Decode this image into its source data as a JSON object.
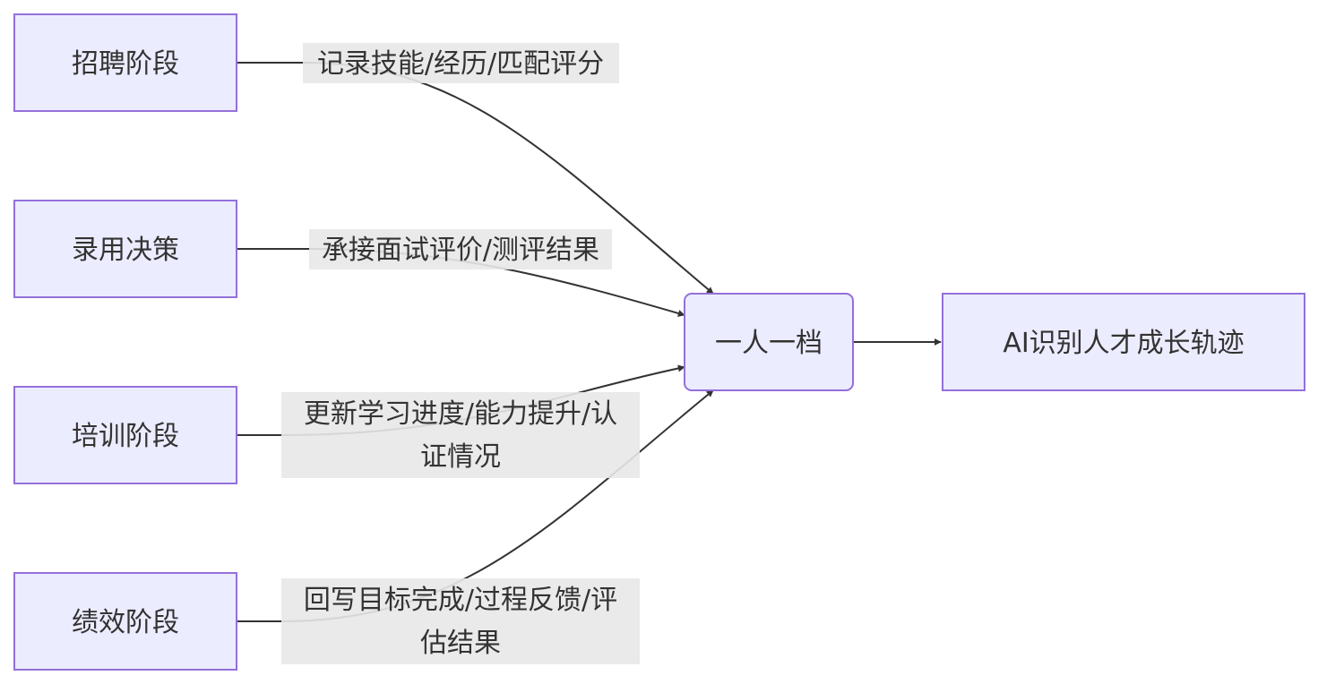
{
  "nodes": {
    "recruit": "招聘阶段",
    "hire": "录用决策",
    "train": "培训阶段",
    "perf": "绩效阶段",
    "profile": "一人一档",
    "ai": "AI识别人才成长轨迹"
  },
  "edges": {
    "recruit_to_profile": [
      "记录技能/经历/匹配评分"
    ],
    "hire_to_profile": [
      "承接面试评价/测评结果"
    ],
    "train_to_profile": [
      "更新学习进度/能力提升/认",
      "证情况"
    ],
    "perf_to_profile": [
      "回写目标完成/过程反馈/评",
      "估结果"
    ]
  },
  "colors": {
    "node_fill": "#ECECFF",
    "node_stroke": "#9370DB",
    "edge": "#333333",
    "label_bg": "#E8E8E8",
    "text": "#333333"
  }
}
